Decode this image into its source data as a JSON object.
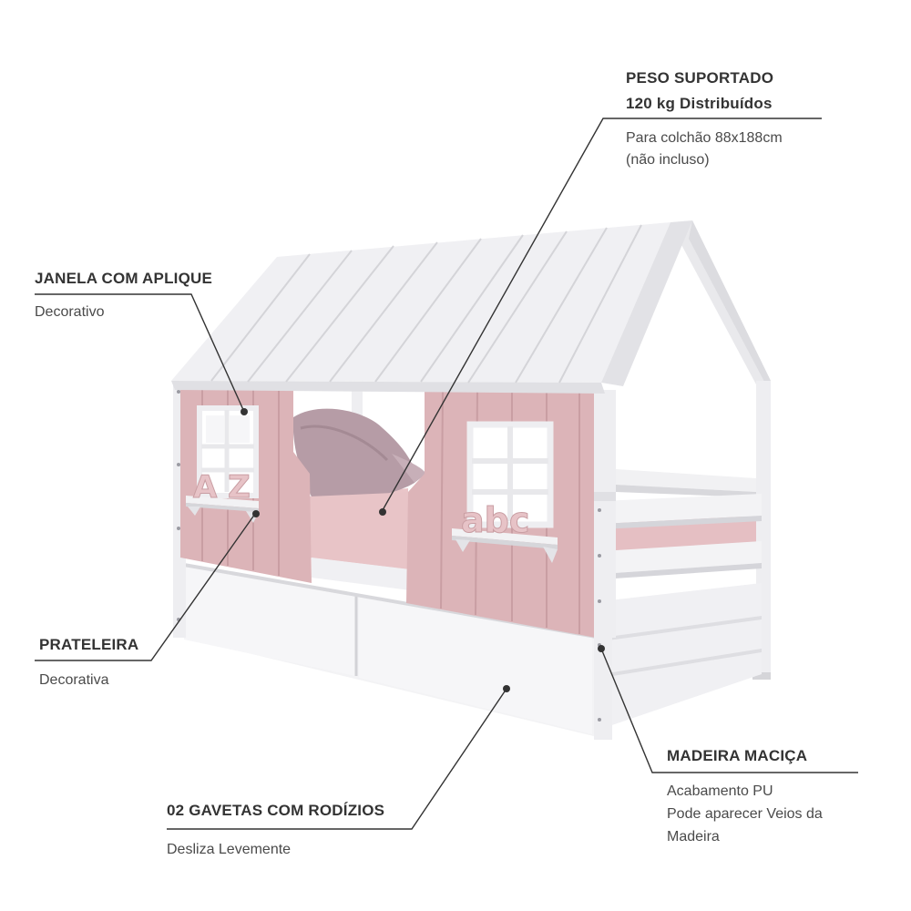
{
  "callouts": {
    "peso": {
      "title": "PESO SUPORTADO",
      "subtitle": "120 kg Distribuídos",
      "desc_line1": "Para colchão 88x188cm",
      "desc_line2": "(não incluso)"
    },
    "janela": {
      "title": "JANELA COM APLIQUE",
      "desc": "Decorativo"
    },
    "prateleira": {
      "title": "PRATELEIRA",
      "desc": "Decorativa"
    },
    "gavetas": {
      "title": "02 GAVETAS COM RODÍZIOS",
      "desc": "Desliza Levemente"
    },
    "madeira": {
      "title": "MADEIRA MACIÇA",
      "desc_line1": "Acabamento PU",
      "desc_line2": "Pode aparecer Veios da",
      "desc_line3": "Madeira"
    }
  },
  "product": {
    "applique_left": "A Z",
    "applique_right": "abc"
  },
  "colors": {
    "wood_white": "#f1f1f3",
    "wood_shadow": "#d9d9dd",
    "panel_pink": "#dcb4b8",
    "panel_pink_dark": "#c99ea3",
    "mattress_pink": "#e7c2c5",
    "pillow_mauve": "#b49aa4",
    "leader_line": "#333333"
  }
}
